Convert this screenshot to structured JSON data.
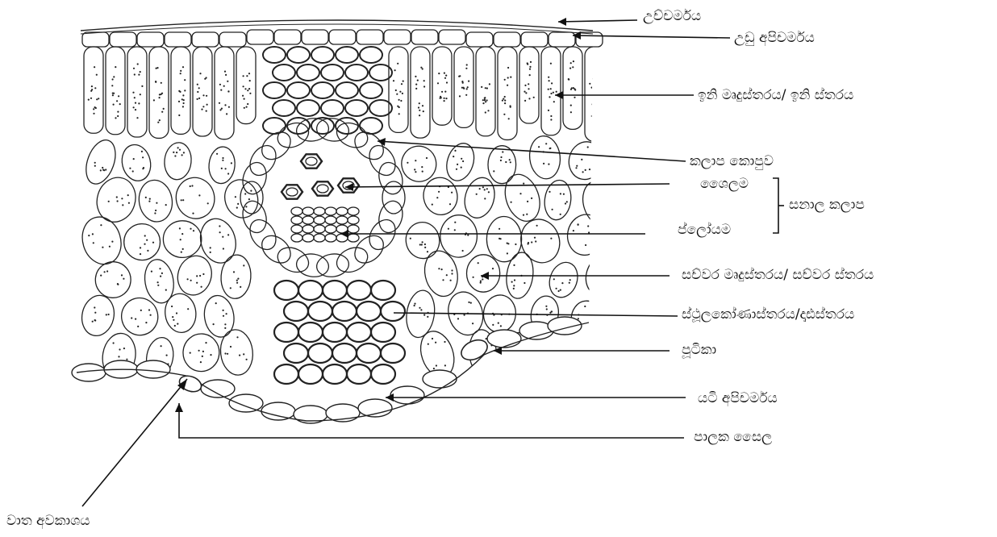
{
  "labels": {
    "cuticle": "උච්චර්මය",
    "upper_epidermis": "උඩු අපිචර්මය",
    "palisade": "ඉනි මෘදුස්තරය/ ඉනි ස්තරය",
    "bundle_sheath": "කලාප කොපුව",
    "xylem": "ශෛලම",
    "vascular_bundle": "සනාල කලාප",
    "phloem": "ප්ලෝයම",
    "spongy": "සච්වර මෘදුස්තරය/ සච්වර ස්තරය",
    "collenchyma": "ස්ථූලකෝණාස්තරය/දෘඪස්තරය",
    "stoma": "පූටිකා",
    "lower_epidermis": "යටි අපිචර්මය",
    "guard_cell": "පාලක සෛල",
    "air_space": "වාත අවකාශය"
  }
}
